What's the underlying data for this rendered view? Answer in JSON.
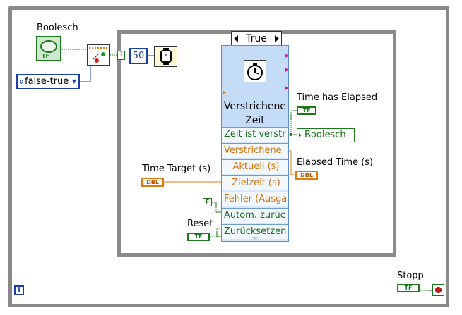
{
  "boolean_control": {
    "label": "Boolesch",
    "tf": "TF"
  },
  "ring": {
    "value": "false-true"
  },
  "case_structure": {
    "selector_value": "True"
  },
  "wait_const": {
    "value": "50"
  },
  "express_vi": {
    "title_line1": "Verstrichene",
    "title_line2": "Zeit",
    "rows": [
      "Zeit ist verstr",
      "Verstrichene",
      "Aktuell (s)",
      "Zielzeit (s)",
      "Fehler (Ausga",
      "Autom. zurüc",
      "Zurücksetzen"
    ]
  },
  "time_has_elapsed": {
    "label": "Time has Elapsed",
    "tf": "TF"
  },
  "boolean_indicator": {
    "label": "Boolesch"
  },
  "elapsed_time": {
    "label": "Elapsed Time (s)",
    "dbl": "DBL"
  },
  "time_target": {
    "label": "Time Target (s)",
    "dbl": "DBL"
  },
  "false_const": {
    "value": "F"
  },
  "reset": {
    "label": "Reset",
    "tf": "TF"
  },
  "stop": {
    "label": "Stopp",
    "tf": "TF"
  },
  "info_icon": {
    "text": "i"
  },
  "loop_iteration": {
    "symbol": "?"
  }
}
